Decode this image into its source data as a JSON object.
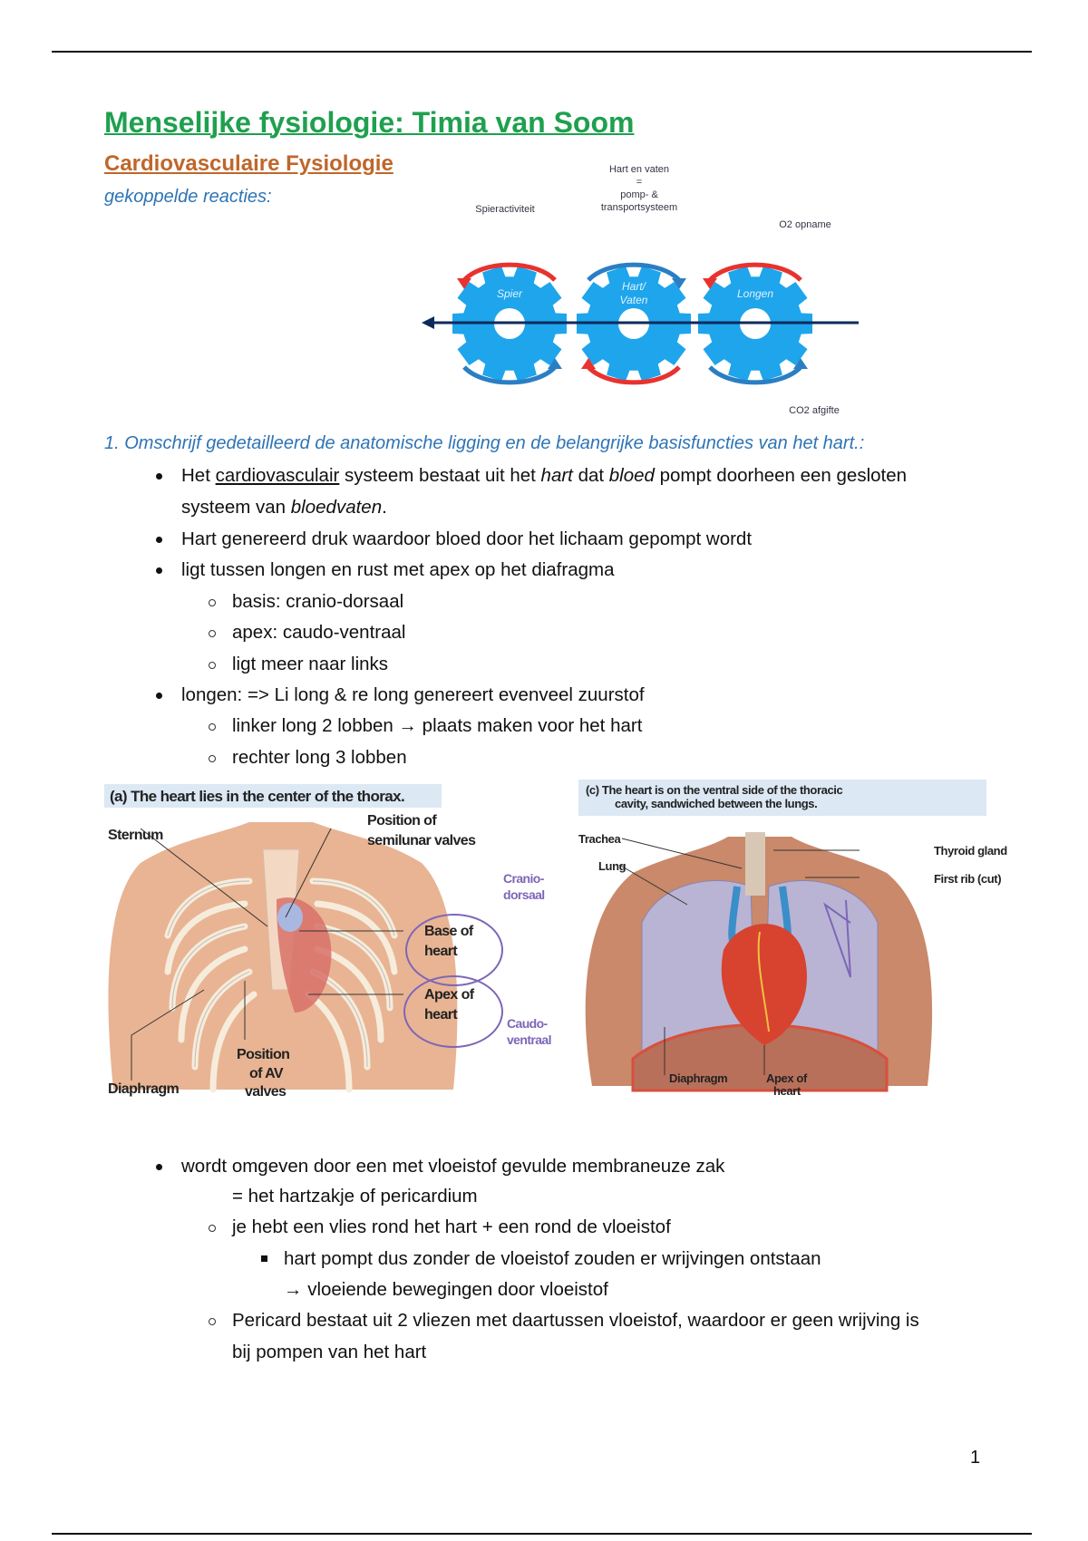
{
  "header": {
    "title": "Menselijke fysiologie: Timia van Soom",
    "subtitle": "Cardiovasculaire Fysiologie",
    "section": "gekoppelde reacties:"
  },
  "gear_diagram": {
    "top_label_lines": [
      "Hart en vaten",
      "=",
      "pomp- &",
      "transportsysteem"
    ],
    "left_label": "Spieractiviteit",
    "right_top_label": "O2 opname",
    "right_bottom_label": "CO2 afgifte",
    "gears": [
      "Spier",
      "Hart/",
      "Vaten",
      "Longen"
    ],
    "gear_color": "#1ea5ec",
    "red": "#e8322f",
    "blue": "#2a7fc4"
  },
  "question": "1. Omschrijf gedetailleerd de anatomische ligging en de belangrijke basisfuncties van het hart.:",
  "bullets": {
    "b1_pre": "Het ",
    "b1_u": "cardiovasculair",
    "b1_mid": " systeem bestaat uit het ",
    "b1_i1": "hart",
    "b1_mid2": " dat ",
    "b1_i2": "bloed",
    "b1_post": " pompt doorheen een gesloten",
    "b1_line2_pre": "systeem van ",
    "b1_line2_i": "bloedvaten",
    "b1_line2_post": ".",
    "b2": "Hart genereerd druk waardoor bloed door het lichaam gepompt wordt",
    "b3": "ligt tussen longen en rust met apex op het diafragma",
    "b3_sub": [
      "basis: cranio-dorsaal",
      "apex: caudo-ventraal",
      "ligt meer naar links"
    ],
    "b4": "longen: => Li long & re long genereert evenveel zuurstof",
    "b4_sub1": "linker long 2 lobben → plaats maken voor het hart",
    "b4_sub2": "rechter long 3 lobben",
    "b5": "wordt omgeven door een met vloeistof gevulde membraneuze zak",
    "b5_cont": "= het hartzakje of pericardium",
    "b5_sub1": "je hebt een vlies rond het hart + een rond de vloeistof",
    "b5_sub1_sq": "hart pompt dus zonder de vloeistof zouden er wrijvingen ontstaan",
    "b5_sub1_arrow": "→ vloeiende bewegingen door vloeistof",
    "b5_sub2_l1": "Pericard bestaat uit 2 vliezen met daartussen vloeistof, waardoor er geen wrijving is",
    "b5_sub2_l2": "bij pompen van het hart"
  },
  "figure_a": {
    "caption": "(a) The heart lies in the center of the thorax.",
    "sternum": "Sternum",
    "semilunar_1": "Position of",
    "semilunar_2": "semilunar valves",
    "cranio_1": "Cranio-",
    "cranio_2": "dorsaal",
    "base_1": "Base of",
    "base_2": "heart",
    "apex_1": "Apex of",
    "apex_2": "heart",
    "caudo_1": "Caudo-",
    "caudo_2": "ventraal",
    "av_1": "Position",
    "av_2": "of AV",
    "av_3": "valves",
    "diaphragm": "Diaphragm"
  },
  "figure_c": {
    "caption_1": "(c)  The heart is on the ventral side of the thoracic",
    "caption_2": "cavity, sandwiched between the lungs.",
    "trachea": "Trachea",
    "lung": "Lung",
    "thyroid": "Thyroid gland",
    "first_rib": "First rib (cut)",
    "diaphragm": "Diaphragm",
    "apex_1": "Apex of",
    "apex_2": "heart"
  },
  "page_number": "1"
}
